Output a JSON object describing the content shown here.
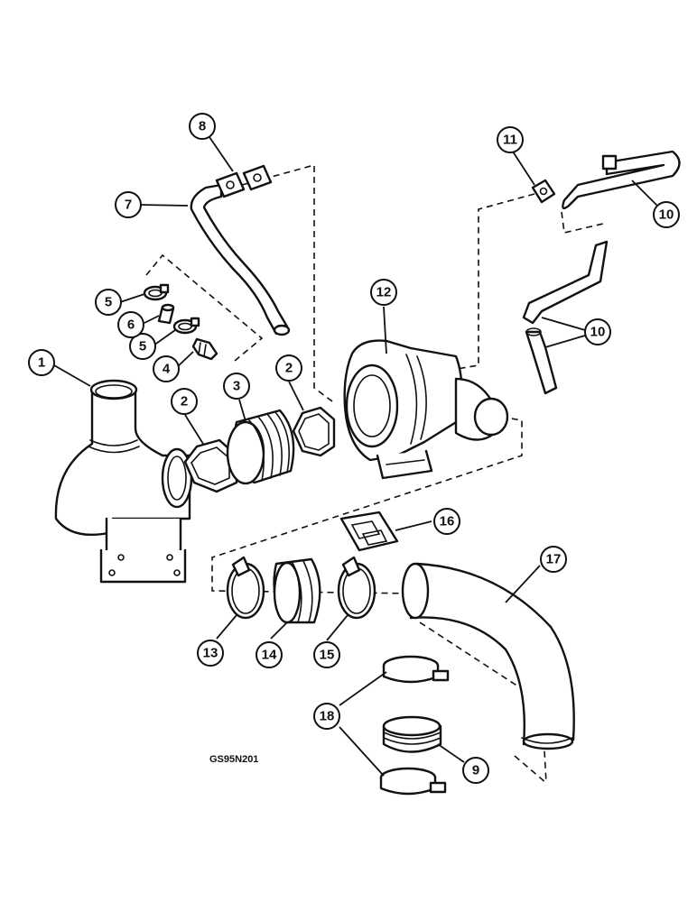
{
  "figure": {
    "code": "GS95N201"
  },
  "callouts": [
    {
      "key": "c1",
      "label": "1"
    },
    {
      "key": "c2a",
      "label": "2"
    },
    {
      "key": "c2b",
      "label": "2"
    },
    {
      "key": "c3",
      "label": "3"
    },
    {
      "key": "c4",
      "label": "4"
    },
    {
      "key": "c5a",
      "label": "5"
    },
    {
      "key": "c5b",
      "label": "5"
    },
    {
      "key": "c6",
      "label": "6"
    },
    {
      "key": "c7",
      "label": "7"
    },
    {
      "key": "c8",
      "label": "8"
    },
    {
      "key": "c9",
      "label": "9"
    },
    {
      "key": "c10a",
      "label": "10"
    },
    {
      "key": "c10b",
      "label": "10"
    },
    {
      "key": "c11",
      "label": "11"
    },
    {
      "key": "c12",
      "label": "12"
    },
    {
      "key": "c13",
      "label": "13"
    },
    {
      "key": "c14",
      "label": "14"
    },
    {
      "key": "c15",
      "label": "15"
    },
    {
      "key": "c16",
      "label": "16"
    },
    {
      "key": "c17",
      "label": "17"
    },
    {
      "key": "c18",
      "label": "18"
    }
  ]
}
